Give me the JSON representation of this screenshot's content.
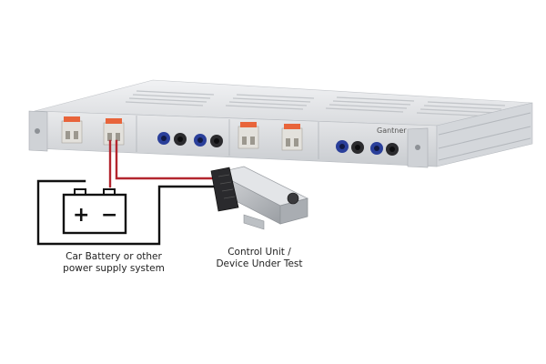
{
  "device": {
    "brand": "Gantner"
  },
  "battery": {
    "plus_sign": "+",
    "minus_sign": "−",
    "caption_line1": "Car Battery or other",
    "caption_line2": "power supply system"
  },
  "dut": {
    "caption_line1": "Control Unit /",
    "caption_line2": "Device Under Test"
  },
  "colors": {
    "wire_black": "#111111",
    "wire_red": "#b3262e",
    "chassis": "#dfe1e4",
    "connector_orange": "#e8643a",
    "jack_blue": "#2a3f9a"
  },
  "icons": [
    "battery-icon",
    "ecu-icon",
    "rack-device"
  ]
}
